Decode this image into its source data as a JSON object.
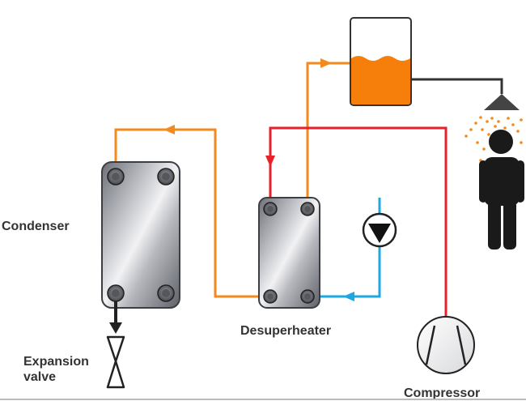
{
  "labels": {
    "condenser": "Condenser",
    "desuperheater": "Desuperheater",
    "expansion_valve": "Expansion\nvalve",
    "compressor": "Compressor"
  },
  "colors": {
    "hot_refrigerant": "#e8202a",
    "warm_water": "#f48a1e",
    "cold_water": "#1ea8e0",
    "drain_pipe": "#333333",
    "tank_fill": "#f57f0a"
  },
  "icons": {
    "pump": "pump-icon",
    "shower": "shower-head-icon",
    "person": "person-icon",
    "compressor": "compressor-icon",
    "valve": "expansion-valve-icon"
  }
}
